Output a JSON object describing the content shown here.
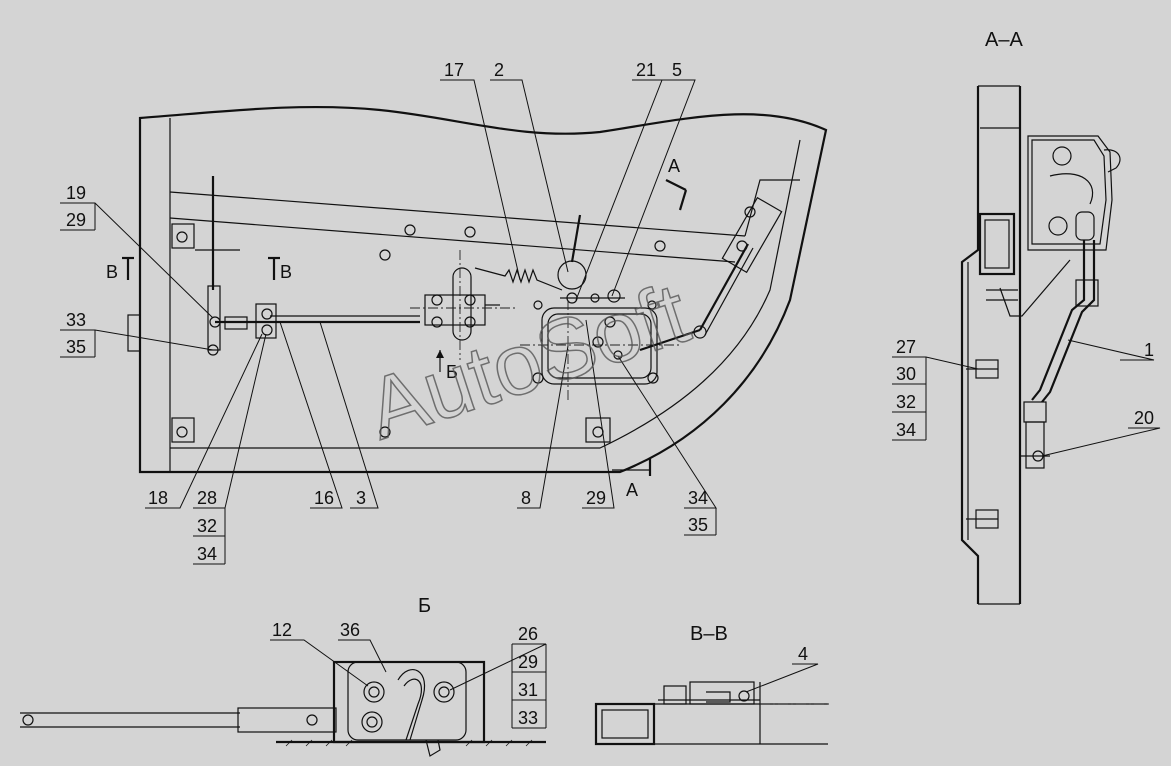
{
  "callouts_main": [
    "17",
    "2",
    "21",
    "5",
    "19",
    "29",
    "33",
    "35",
    "18",
    "28",
    "32",
    "34",
    "16",
    "3",
    "8",
    "29",
    "34",
    "35"
  ],
  "section_labels": {
    "aa": "A–A",
    "a_mark_top": "A",
    "a_mark_bottom": "A",
    "b_left": "B",
    "b_right": "B",
    "view_b": "Б",
    "b_arrow": "Б",
    "vv": "B–B"
  },
  "callouts_aa": [
    "27",
    "30",
    "32",
    "34",
    "1",
    "20"
  ],
  "callouts_view_b": [
    "12",
    "36",
    "26",
    "29",
    "31",
    "33"
  ],
  "callouts_vv": [
    "4"
  ],
  "watermark": "AutoSoft"
}
